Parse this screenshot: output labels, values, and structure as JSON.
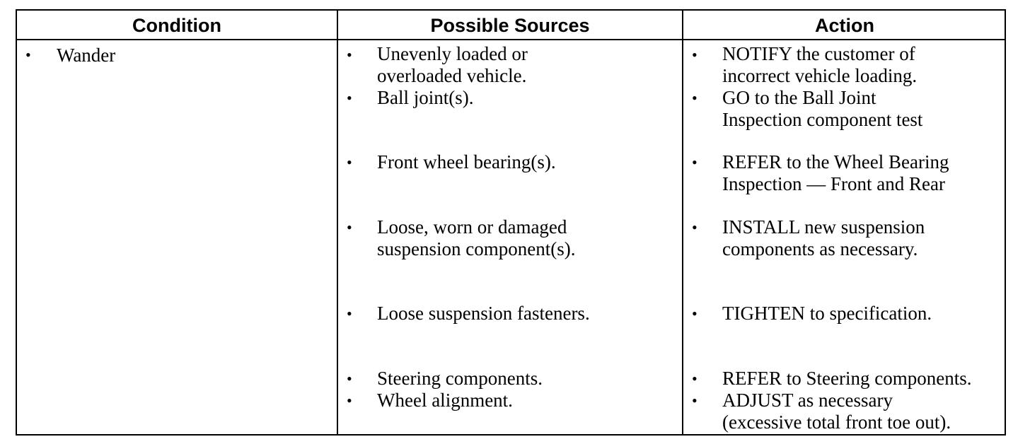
{
  "headers": {
    "condition": "Condition",
    "sources": "Possible Sources",
    "action": "Action"
  },
  "bullet": "•",
  "condition": "Wander",
  "sources": [
    [
      "Unevenly loaded or",
      "overloaded vehicle."
    ],
    [
      "Ball joint(s)."
    ],
    [
      "Front wheel bearing(s)."
    ],
    [
      "Loose, worn or damaged",
      "suspension component(s)."
    ],
    [
      "Loose suspension fasteners."
    ],
    [
      "Steering components."
    ],
    [
      "Wheel alignment."
    ]
  ],
  "actions": [
    [
      "NOTIFY the customer of",
      "incorrect vehicle loading."
    ],
    [
      "GO to the Ball Joint",
      "Inspection component test"
    ],
    [
      "REFER to the Wheel Bearing",
      "Inspection — Front and Rear"
    ],
    [
      "INSTALL new suspension",
      "components as necessary."
    ],
    [
      "TIGHTEN to specification."
    ],
    [
      "REFER to Steering components."
    ],
    [
      "ADJUST as necessary",
      "(excessive total front toe out)."
    ]
  ]
}
